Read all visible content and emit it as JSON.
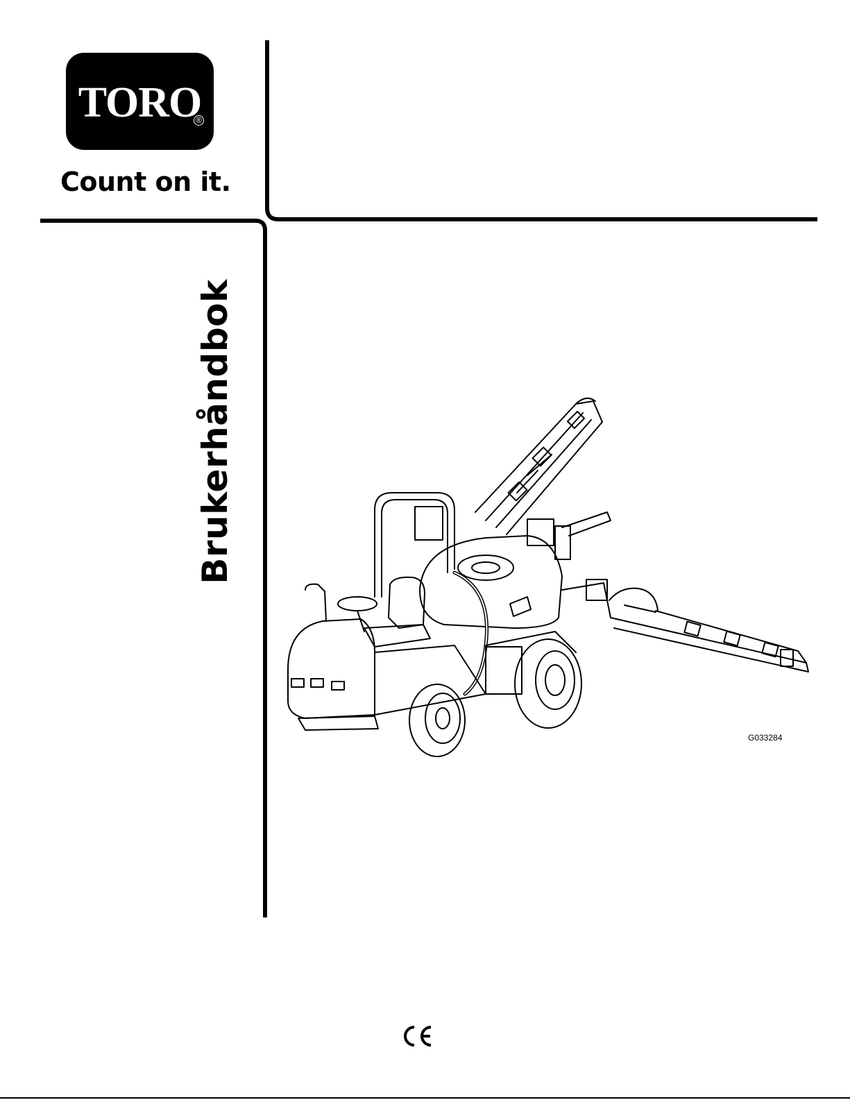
{
  "brand": {
    "logo_text": "TORO",
    "registered_mark": "®",
    "tagline": "Count on it."
  },
  "document": {
    "title": "Brukerhåndbok"
  },
  "figure": {
    "code": "G033284"
  },
  "marks": {
    "ce": "CE"
  },
  "colors": {
    "ink": "#000000",
    "paper": "#ffffff"
  }
}
